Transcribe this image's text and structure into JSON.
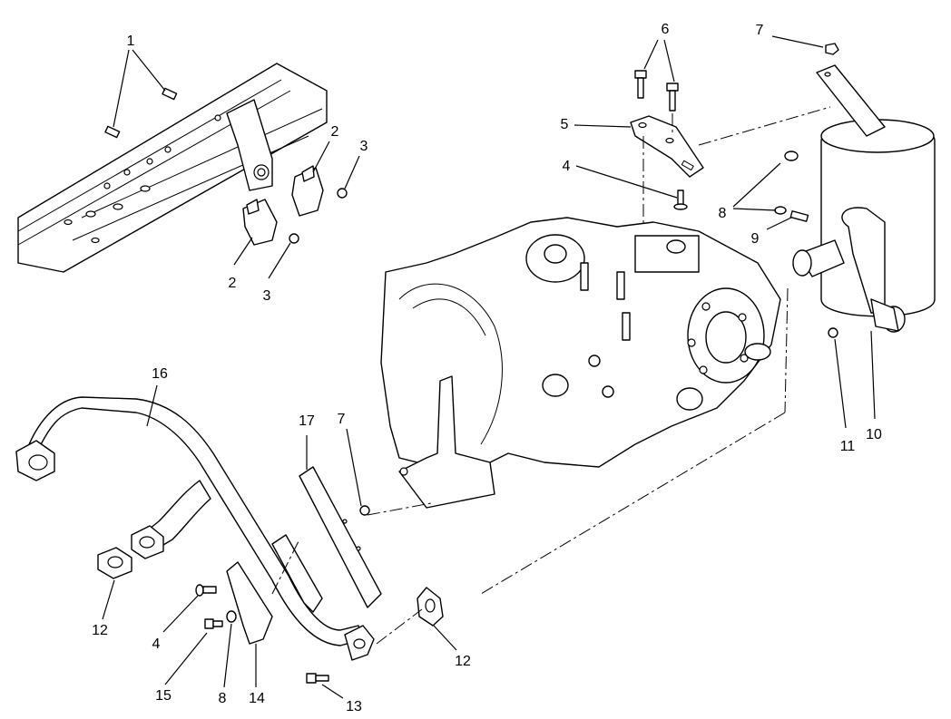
{
  "colors": {
    "line": "#000000",
    "background": "#ffffff"
  },
  "callouts": [
    {
      "label": "1"
    },
    {
      "label": "2"
    },
    {
      "label": "3"
    },
    {
      "label": "2"
    },
    {
      "label": "3"
    },
    {
      "label": "6"
    },
    {
      "label": "7"
    },
    {
      "label": "5"
    },
    {
      "label": "4"
    },
    {
      "label": "8"
    },
    {
      "label": "9"
    },
    {
      "label": "11"
    },
    {
      "label": "10"
    },
    {
      "label": "16"
    },
    {
      "label": "17"
    },
    {
      "label": "7"
    },
    {
      "label": "12"
    },
    {
      "label": "4"
    },
    {
      "label": "15"
    },
    {
      "label": "8"
    },
    {
      "label": "14"
    },
    {
      "label": "13"
    },
    {
      "label": "12"
    }
  ]
}
